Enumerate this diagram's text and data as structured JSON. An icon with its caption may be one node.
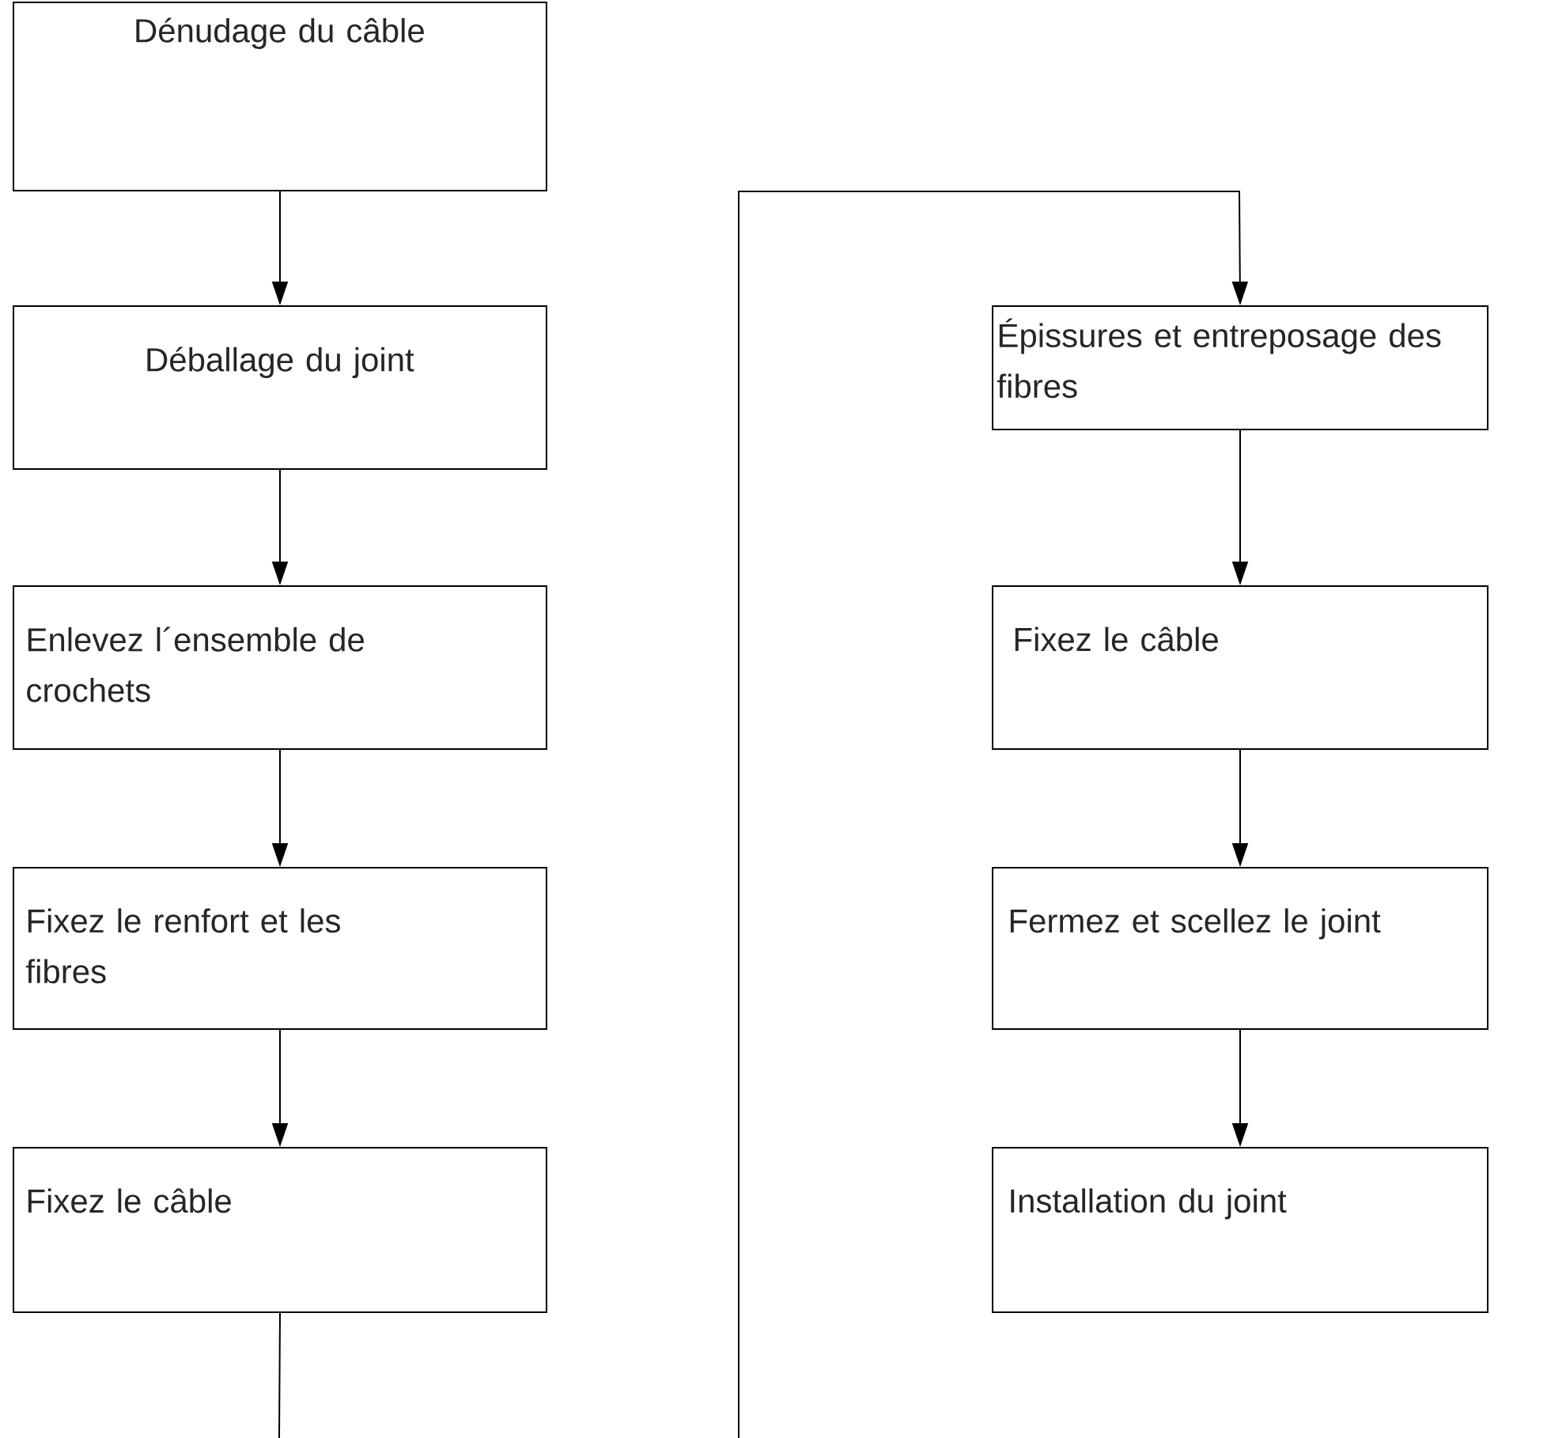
{
  "diagram": {
    "nodes": [
      {
        "text": [
          "Dénudage du câble"
        ]
      },
      {
        "text": [
          "Déballage du joint"
        ]
      },
      {
        "text": [
          "Enlevez l´ensemble de crochets"
        ]
      },
      {
        "text": [
          "Fixez le renfort et les fibres"
        ]
      },
      {
        "text": [
          "Fixez le câble"
        ]
      },
      {
        "text": [
          "Épissures et entreposage des fibres"
        ]
      },
      {
        "text": [
          "Fixez le câble"
        ]
      },
      {
        "text": [
          "Fermez et scellez le joint"
        ]
      },
      {
        "text": [
          "Installation du joint"
        ]
      }
    ],
    "edges": [
      {
        "from": 0,
        "to": 1,
        "arrow": "to"
      },
      {
        "from": 1,
        "to": 2,
        "arrow": "to"
      },
      {
        "from": 2,
        "to": 3,
        "arrow": "to"
      },
      {
        "from": 3,
        "to": 4,
        "arrow": "to"
      },
      {
        "from": 4,
        "to": null,
        "arrow": "none"
      },
      {
        "from": null,
        "to": 5,
        "arrow": "to"
      },
      {
        "from": 5,
        "to": 6,
        "arrow": "to"
      },
      {
        "from": 6,
        "to": 7,
        "arrow": "to"
      },
      {
        "from": 7,
        "to": 8,
        "arrow": "to"
      }
    ]
  }
}
